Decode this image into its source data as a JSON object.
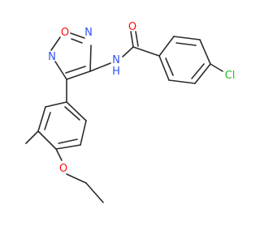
{
  "molecule": {
    "atom_labels": {
      "oxygen_ring": "O",
      "nitrogen_ring_top": "N",
      "nitrogen_ring_left": "N",
      "amide_nitrogen": "N",
      "amide_hydrogen": "H",
      "carbonyl_oxygen": "O",
      "chlorine": "Cl",
      "ether_oxygen": "O"
    },
    "colors": {
      "bond": "#2b2b2b",
      "oxygen": "#ff0d0d",
      "nitrogen": "#3050f8",
      "chlorine": "#1fbf1f"
    }
  }
}
